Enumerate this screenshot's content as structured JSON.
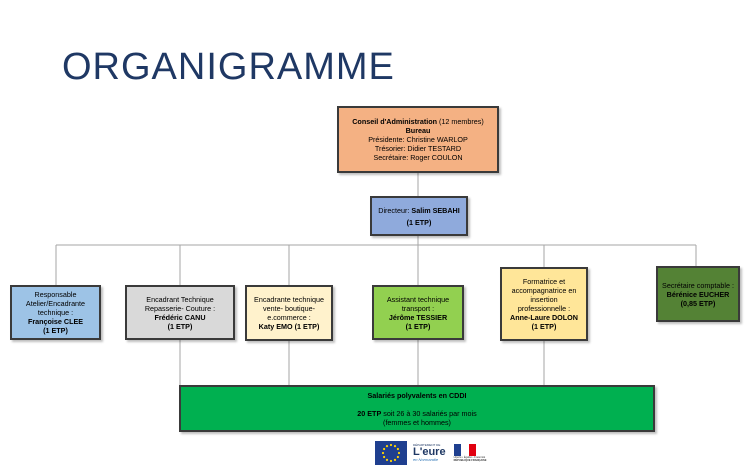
{
  "title": "ORGANIGRAMME",
  "colors": {
    "council": "#f4b183",
    "director": "#8faadc",
    "staff_blue": "#9dc3e6",
    "staff_gray": "#d9d9d9",
    "staff_cream": "#fff2cc",
    "staff_green": "#92d050",
    "staff_yellow": "#ffe699",
    "staff_darkgreen": "#548235",
    "bottom": "#00b050",
    "lines": "#a6a6a6"
  },
  "council": {
    "line1_bold": "Conseil d'Administration",
    "line1_rest": " (12 membres)",
    "line2": "Bureau",
    "line3": "Présidente: Christine WARLOP",
    "line4": "Trésorier: Didier TESTARD",
    "line5": "Secrétaire: Roger COULON"
  },
  "director": {
    "label": "Directeur: ",
    "name": "Salim SEBAHI",
    "etp": "(1 ETP)"
  },
  "staff": [
    {
      "role1": "Responsable",
      "role2": "Atelier/Encadrante",
      "role3": "technique :",
      "name": "Françoise CLEE",
      "etp": "(1 ETP)"
    },
    {
      "role1": "Encadrant Technique",
      "role2": "Repasserie- Couture :",
      "name": "Frédéric CANU",
      "etp": "(1 ETP)"
    },
    {
      "role1": "Encadrante technique",
      "role2": "vente- boutique-",
      "role3": "e.commerce :",
      "name": "Katy EMO (1 ETP)"
    },
    {
      "role1": "Assistant technique",
      "role2": "transport :",
      "name": "Jérôme TESSIER",
      "etp": "(1 ETP)"
    },
    {
      "role1": "Formatrice et",
      "role2": "accompagnatrice en",
      "role3": "insertion",
      "role4": "professionnelle :",
      "name": "Anne-Laure DOLON",
      "etp": "(1 ETP)"
    },
    {
      "role1": "Secrétaire comptable :",
      "name": "Bérénice EUCHER",
      "etp": "(0,85 ETP)"
    }
  ],
  "bottom": {
    "line1": "Salariés polyvalents en CDDI",
    "line2_bold": "20 ETP",
    "line2_rest": " soit 26 à 30 salariés par mois",
    "line3": "(femmes et hommes)"
  },
  "logos": {
    "eure_text": "L'eure",
    "eure_sub": "en Normandie",
    "eure_top": "DÉPARTEMENT DE",
    "republic_line1": "Liberté • Égalité • Fraternité",
    "republic_line2": "RÉPUBLIQUE FRANÇAISE"
  }
}
